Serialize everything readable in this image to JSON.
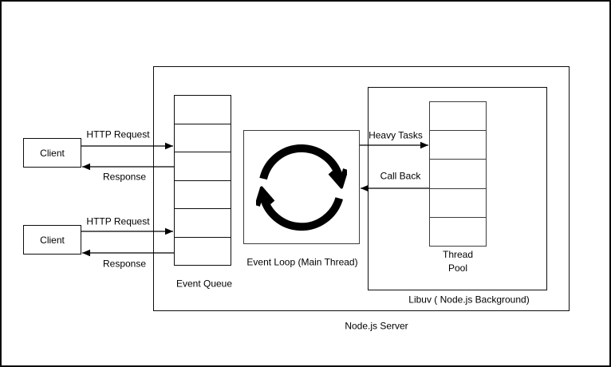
{
  "canvas": {
    "background": "#ffffff",
    "stroke": "#000000",
    "secondary_stroke": "#3c3c3c"
  },
  "server": {
    "label": "Node.js Server"
  },
  "clients": [
    {
      "label": "Client"
    },
    {
      "label": "Client"
    }
  ],
  "event_queue": {
    "label": "Event Queue",
    "cell_count": 6
  },
  "event_loop": {
    "label": "Event Loop (Main Thread)",
    "icon": "refresh-cycle-icon"
  },
  "libuv": {
    "label": "Libuv ( Node.js Background)"
  },
  "thread_pool": {
    "label_line1": "Thread",
    "label_line2": "Pool",
    "cell_count": 5
  },
  "arrows": {
    "http_request_1": "HTTP Request",
    "response_1": "Response",
    "http_request_2": "HTTP Request",
    "response_2": "Response",
    "heavy_tasks": "Heavy Tasks",
    "call_back": "Call Back"
  }
}
